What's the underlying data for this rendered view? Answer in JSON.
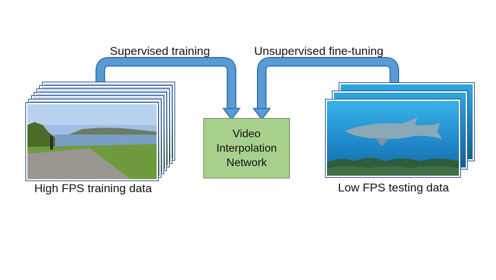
{
  "labels": {
    "supervised": "Supervised training",
    "unsupervised": "Unsupervised fine-tuning",
    "high_fps": "High FPS training data",
    "low_fps": "Low FPS testing data"
  },
  "network_box": {
    "lines": [
      "Video",
      "Interpolation",
      "Network"
    ]
  },
  "colors": {
    "arrow": "#5b9bd5",
    "arrow_outline": "#2f6fb0",
    "box_fill": "#a8d08d"
  }
}
